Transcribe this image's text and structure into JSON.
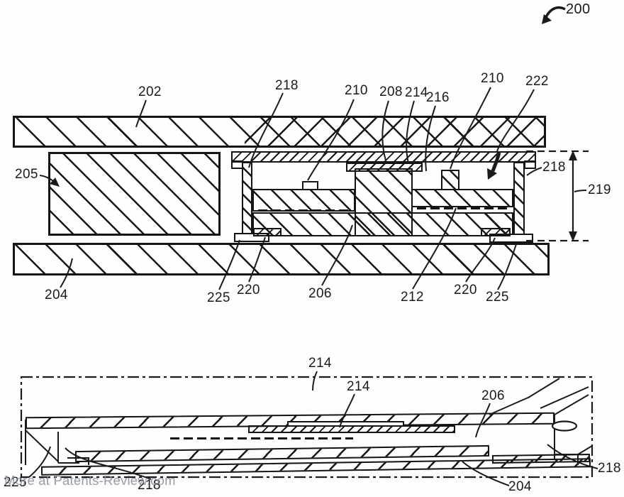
{
  "figure": {
    "assembly_ref": "200",
    "watermark": "More at Patents-Review.com",
    "colors": {
      "ink": "#1a1a1a",
      "watermark_color": "#8b919e",
      "background": "#ffffff"
    }
  },
  "main_view": {
    "callouts": {
      "c202": "202",
      "c218_top": "218",
      "c210_left": "210",
      "c208": "208",
      "c214": "214",
      "c216": "216",
      "c210_right": "210",
      "c222": "222",
      "c205": "205",
      "c218_right": "218",
      "c219": "219",
      "c204": "204",
      "c225_left": "225",
      "c220_left": "220",
      "c206": "206",
      "c212": "212",
      "c220_right": "220",
      "c225_right": "225"
    }
  },
  "detail_view": {
    "callouts": {
      "c214_top": "214",
      "c214_inner": "214",
      "c206": "206",
      "c218_right": "218",
      "c204": "204",
      "c225": "225",
      "c218_bottom": "218"
    }
  }
}
